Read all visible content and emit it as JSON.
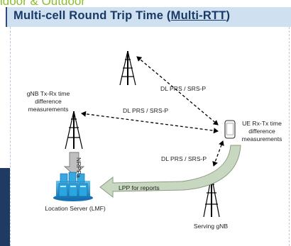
{
  "header": {
    "partial_text": "ldoor & Outdoor",
    "title_prefix": "Multi-cell Round Trip Time (",
    "title_link": "Multi-RTT",
    "title_suffix": ")"
  },
  "diagram": {
    "labels": {
      "gnb_txrx": [
        "gNB Tx-Rx time",
        "difference",
        "measurements"
      ],
      "ue_rxtx": [
        "UE Rx-Tx time",
        "difference",
        "measurements"
      ],
      "dl_prs_top": "DL PRS / SRS-P",
      "dl_prs_mid": "DL PRS / SRS-P",
      "dl_prs_bottom": "DL PRS / SRS-P",
      "nrppa": "NRPPa",
      "lpp": "LPP for reports",
      "location_server": "Location Server (LMF)",
      "serving_gnb": "Serving gNB"
    },
    "colors": {
      "lpp_arrow_fill": "#c8d8c0",
      "nrppa_arrow_fill": "#bfbfbf",
      "server_blue": "#1f9ad6",
      "title_bar": "#cfe0f0",
      "title_text": "#173a66",
      "header_green": "#8bbd2b"
    }
  }
}
